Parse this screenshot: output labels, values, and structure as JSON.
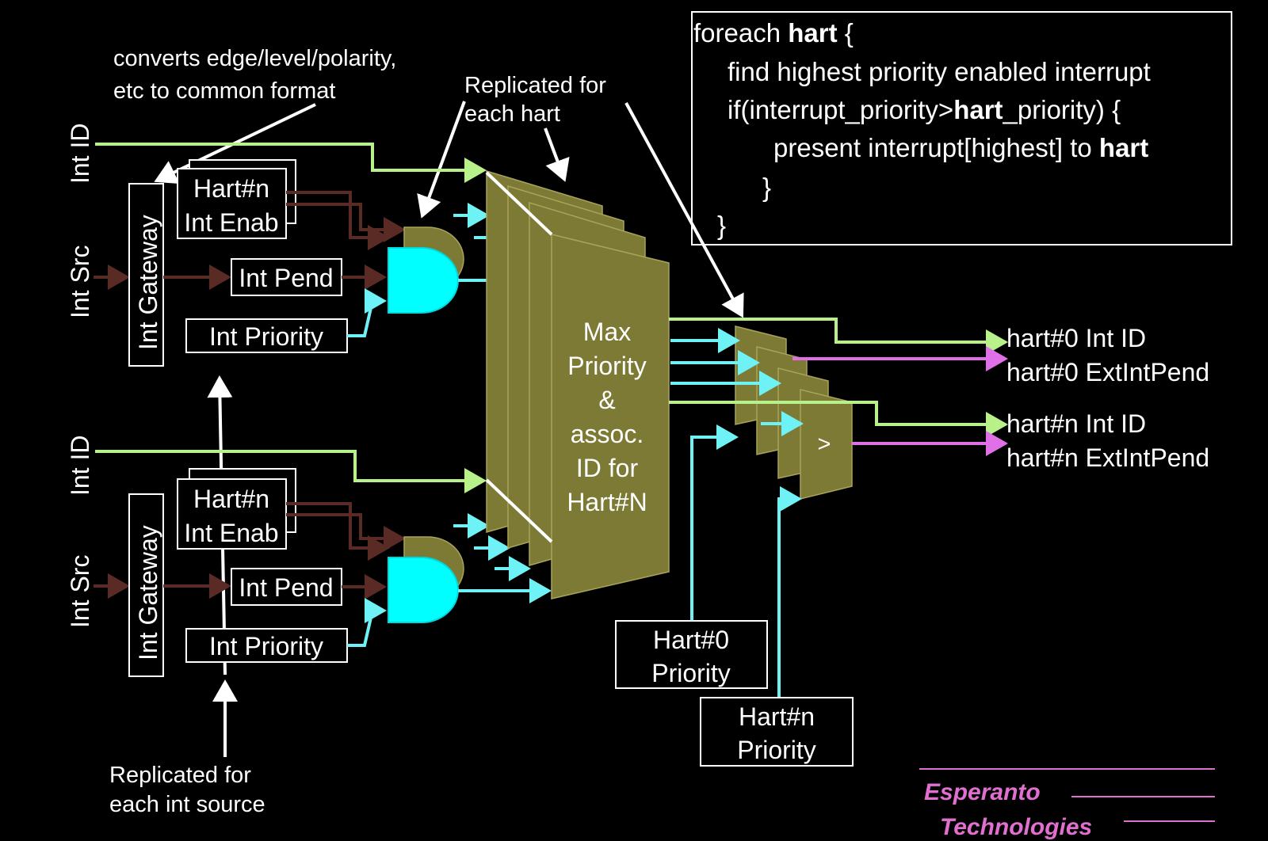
{
  "annotations": {
    "converts_line1": "converts edge/level/polarity,",
    "converts_line2": "etc to common format",
    "replicated_hart_line1": "Replicated for",
    "replicated_hart_line2": "each hart",
    "replicated_src_line1": "Replicated for",
    "replicated_src_line2": "each int source"
  },
  "code_box": {
    "line1_a": "foreach ",
    "line1_b": "hart",
    "line1_c": " {",
    "line2": "find highest priority enabled interrupt",
    "line3_a": "if(interrupt_priority>",
    "line3_b": "hart",
    "line3_c": "_priority) {",
    "line4_a": "present interrupt[highest] to ",
    "line4_b": "hart",
    "line5": "}",
    "line6": "}"
  },
  "source_blocks": [
    {
      "int_id": "Int ID",
      "int_src": "Int Src",
      "gateway": "Int Gateway",
      "enable_line1": "Hart#n",
      "enable_line2": "Int Enab",
      "pend": "Int Pend",
      "priority": "Int Priority"
    },
    {
      "int_id": "Int ID",
      "int_src": "Int Src",
      "gateway": "Int Gateway",
      "enable_line1": "Hart#n",
      "enable_line2": "Int Enab",
      "pend": "Int Pend",
      "priority": "Int Priority"
    }
  ],
  "max_block": {
    "line1": "Max",
    "line2": "Priority",
    "line3": "&",
    "line4": "assoc.",
    "line5": "ID for",
    "line6": "Hart#N"
  },
  "comparator_symbol": ">",
  "hart_priorities": [
    {
      "line1": "Hart#0",
      "line2": "Priority"
    },
    {
      "line1": "Hart#n",
      "line2": "Priority"
    }
  ],
  "outputs": [
    {
      "id_label": "hart#0 Int ID",
      "pend_label": "hart#0  ExtIntPend"
    },
    {
      "id_label": "hart#n Int ID",
      "pend_label": "hart#n  ExtIntPend"
    }
  ],
  "logo": {
    "line1": "Esperanto",
    "line2": "Technologies"
  },
  "colors": {
    "background": "#000000",
    "id_wire": "#b8f08a",
    "priority_wire": "#6ff2f6",
    "pend_out_wire": "#e070e8",
    "block_fill": "#7d7a35",
    "gate_fill": "#00ffff",
    "logo": "#e06fd0"
  }
}
